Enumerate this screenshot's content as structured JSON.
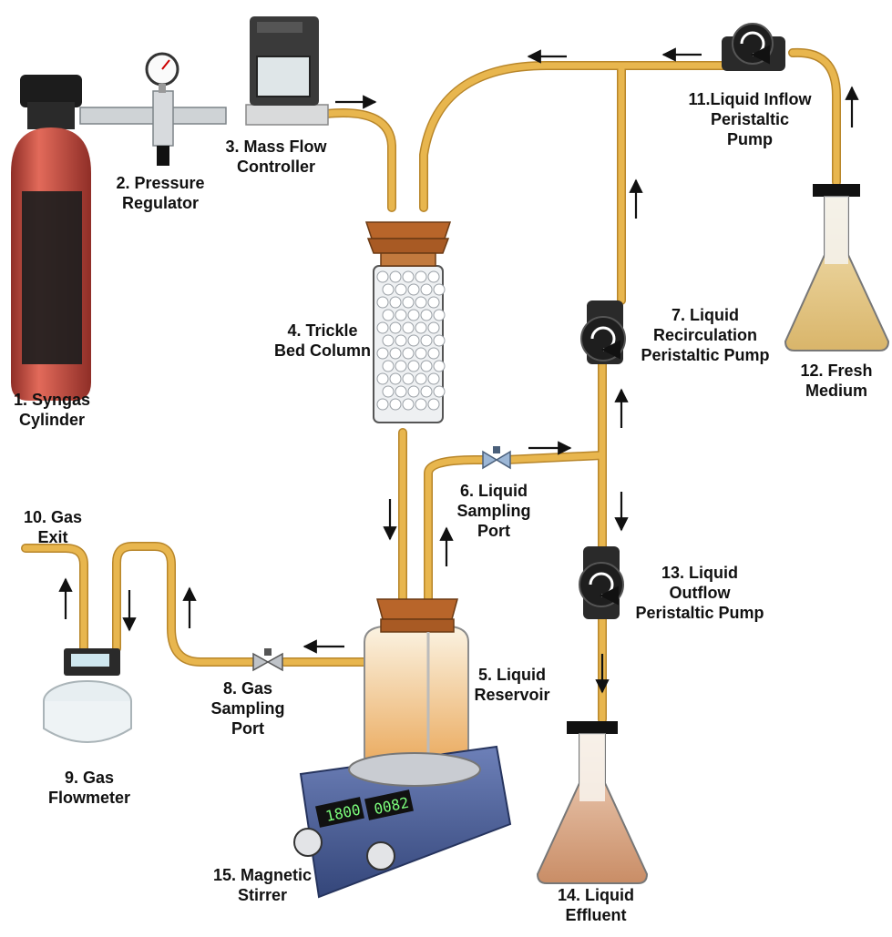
{
  "colors": {
    "tube": "#e8b64e",
    "tube_edge": "#b8862a",
    "cylinder": "#d9584a",
    "cylinder_dark": "#8f2e27",
    "cork": "#b8652a",
    "medium": "#e9cf8c",
    "effluent": "#d7a785",
    "pump": "#2a2a2a",
    "stirrer": "#4a5d9a",
    "display": "#7cff7c"
  },
  "icons": [
    "gas-cylinder-icon",
    "pressure-gauge-icon",
    "mass-flow-controller-icon",
    "trickle-bed-column-icon",
    "liquid-reservoir-icon",
    "valve-icon",
    "peristaltic-pump-icon",
    "flask-icon",
    "gas-flowmeter-icon",
    "magnetic-stirrer-icon",
    "flow-arrow-icon"
  ],
  "labels": {
    "syngas_cylinder": [
      "1. Syngas",
      "Cylinder"
    ],
    "pressure_regulator": [
      "2. Pressure",
      "Regulator"
    ],
    "mass_flow_controller": [
      "3. Mass Flow",
      "Controller"
    ],
    "trickle_bed_column": [
      "4. Trickle",
      "Bed Column"
    ],
    "liquid_reservoir": [
      "5. Liquid",
      "Reservoir"
    ],
    "liquid_sampling_port": [
      "6. Liquid",
      "Sampling",
      "Port"
    ],
    "recirculation_pump": [
      "7. Liquid",
      "Recirculation",
      "Peristaltic Pump"
    ],
    "gas_sampling_port": [
      "8. Gas",
      "Sampling",
      "Port"
    ],
    "gas_flowmeter": [
      "9. Gas",
      "Flowmeter"
    ],
    "gas_exit": [
      "10. Gas",
      "Exit"
    ],
    "inflow_pump": [
      "11.Liquid  Inflow",
      "Peristaltic",
      "Pump"
    ],
    "fresh_medium": [
      "12. Fresh",
      "Medium"
    ],
    "outflow_pump": [
      "13. Liquid",
      "Outflow",
      "Peristaltic Pump"
    ],
    "liquid_effluent": [
      "14. Liquid",
      "Effluent"
    ],
    "magnetic_stirrer": [
      "15. Magnetic",
      "Stirrer"
    ]
  },
  "stirrer_displays": [
    "1800",
    "0082"
  ]
}
